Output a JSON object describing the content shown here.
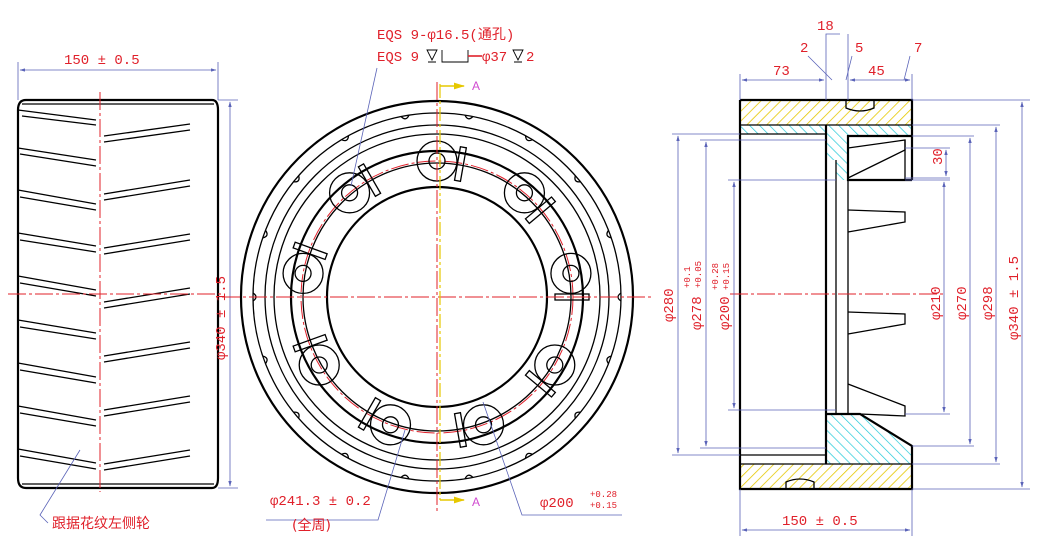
{
  "left_view": {
    "width_dim": "150 ± 0.5",
    "dia_dim": "φ340 ± 1.5",
    "note": "跟据花纹左侧轮"
  },
  "front_view": {
    "eqs_line1": "EQS 9-φ16.5(通孔)",
    "eqs_line2": "EQS 9",
    "eqs_line2_end": "φ37",
    "eqs_line2_depth": "2",
    "section_mark": "A",
    "pcd_dim": "φ241.3 ± 0.2",
    "pcd_note": "(全周)",
    "bore_dim": "φ200",
    "bore_tol_upper": "+0.28",
    "bore_tol_lower": "+0.15"
  },
  "section_view": {
    "dim_18": "18",
    "dim_2": "2",
    "dim_5": "5",
    "dim_7": "7",
    "dim_73": "73",
    "dim_45": "45",
    "dim_30": "30",
    "dia_280": "φ280",
    "dia_278": "φ278",
    "dia_278_upper": "+0.1",
    "dia_278_lower": "+0.05",
    "dia_200": "φ200",
    "dia_200_upper": "+0.28",
    "dia_200_lower": "+0.15",
    "dia_210": "φ210",
    "dia_270": "φ270",
    "dia_298": "φ298",
    "dia_340": "φ340 ± 1.5",
    "width_dim": "150 ± 0.5"
  },
  "colors": {
    "dimension_text": "#e0202a",
    "dimension_lines": "#5a63b8",
    "hatch_yellow": "#e6c800",
    "hatch_cyan": "#1ec8d8",
    "section_mark": "#d04bd0"
  }
}
